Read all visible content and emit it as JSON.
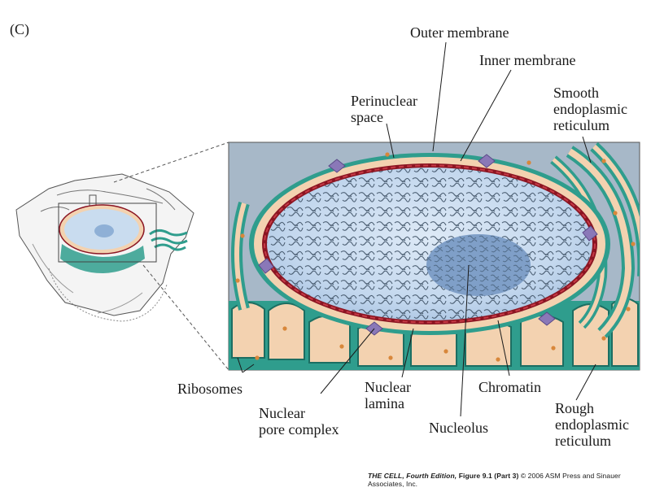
{
  "panel_letter": "(C)",
  "labels": {
    "outer_membrane": "Outer membrane",
    "inner_membrane": "Inner membrane",
    "perinuclear_space": "Perinuclear\nspace",
    "smooth_er": "Smooth\nendoplasmic\nreticulum",
    "ribosomes": "Ribosomes",
    "nuclear_lamina": "Nuclear\nlamina",
    "chromatin": "Chromatin",
    "nuclear_pore_complex": "Nuclear\npore complex",
    "nucleolus": "Nucleolus",
    "rough_er": "Rough\nendoplasmic\nreticulum"
  },
  "credit": {
    "book": "THE CELL, Fourth Edition,",
    "figure": "Figure 9.1 (Part 3)",
    "copyright": "© 2006 ASM Press and Sinauer Associates, Inc."
  },
  "colors": {
    "background_panel": "#a7b8c8",
    "membrane_tan": "#f3d2b0",
    "er_teal": "#2f9d8d",
    "lamina_red": "#8b1522",
    "nucleoplasm": "#c9dcef",
    "pore_purple": "#8a78b8",
    "ribosome_orange": "#d8873a"
  }
}
